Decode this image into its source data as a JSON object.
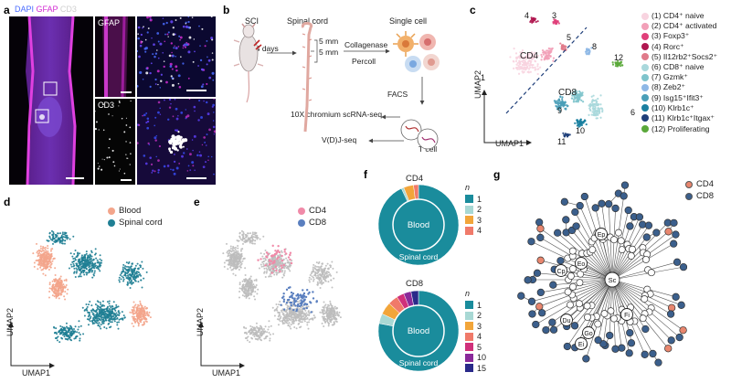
{
  "panels": {
    "a": {
      "label": "a",
      "legend": [
        {
          "text": "DAPI",
          "color": "#4a6cff"
        },
        {
          "text": "GFAP",
          "color": "#d22bd2"
        },
        {
          "text": "CD3",
          "color": "#cfcfcf"
        }
      ],
      "inset_gfap": "GFAP",
      "inset_cd3": "CD3"
    },
    "b": {
      "label": "b",
      "sci": "SCI",
      "spinal_cord": "Spinal cord",
      "single_cell": "Single cell",
      "days": "14 days",
      "mm1": "5 mm",
      "mm2": "5 mm",
      "collagenase": "Collagenase",
      "percoll": "Percoll",
      "facs": "FACS",
      "seq1": "10X chromium scRNA-seq",
      "seq2": "V(D)J-seq",
      "tcell": "T cell"
    },
    "c": {
      "label": "c",
      "cd4": "CD4",
      "cd8": "CD8",
      "cluster_nums": [
        "1",
        "3",
        "4",
        "5",
        "6",
        "8",
        "9",
        "10",
        "11",
        "12"
      ],
      "xlabel": "UMAP1",
      "ylabel": "UMAP2",
      "legend": [
        {
          "text": "(1) CD4⁺ naive",
          "color": "#f8d4e0"
        },
        {
          "text": "(2) CD4⁺ activated",
          "color": "#f2a0b8"
        },
        {
          "text": "(3) Foxp3⁺",
          "color": "#e0407a"
        },
        {
          "text": "(4) Rorc⁺",
          "color": "#b01750"
        },
        {
          "text": "(5) Il12rb2⁺Socs2⁺",
          "color": "#e07a8a"
        },
        {
          "text": "(6) CD8⁺ naive",
          "color": "#a9d8dc"
        },
        {
          "text": "(7) Gzmk⁺",
          "color": "#7fc4cc"
        },
        {
          "text": "(8) Zeb2⁺",
          "color": "#8eb8e6"
        },
        {
          "text": "(9) Isg15⁺Ifit3⁺",
          "color": "#4a9fb8"
        },
        {
          "text": "(10) Klrb1c⁺",
          "color": "#1a7fa0"
        },
        {
          "text": "(11) Klrb1c⁺Itgax⁺",
          "color": "#1f3f7a"
        },
        {
          "text": "(12) Proliferating",
          "color": "#5aa83a"
        }
      ]
    },
    "d": {
      "label": "d",
      "legend": [
        {
          "text": "Blood",
          "color": "#f3a58b"
        },
        {
          "text": "Spinal cord",
          "color": "#1f7f94"
        }
      ],
      "xlabel": "UMAP1",
      "ylabel": "UMAP2"
    },
    "e": {
      "label": "e",
      "legend": [
        {
          "text": "CD4",
          "color": "#f08aa8"
        },
        {
          "text": "CD8",
          "color": "#5a7fbf"
        }
      ],
      "xlabel": "UMAP1",
      "ylabel": "UMAP2"
    },
    "f": {
      "label": "f",
      "cd4_title": "CD4",
      "cd8_title": "CD8",
      "blood": "Blood",
      "spinal": "Spinal cord",
      "n_label": "n",
      "cd4_legend": [
        {
          "text": "1",
          "color": "#1a8c9c"
        },
        {
          "text": "2",
          "color": "#a8d8d4"
        },
        {
          "text": "3",
          "color": "#f2a53a"
        },
        {
          "text": "4",
          "color": "#f07a6a"
        }
      ],
      "cd8_legend": [
        {
          "text": "1",
          "color": "#1a8c9c"
        },
        {
          "text": "2",
          "color": "#a8d8d4"
        },
        {
          "text": "3",
          "color": "#f2a53a"
        },
        {
          "text": "4",
          "color": "#f07a6a"
        },
        {
          "text": "5",
          "color": "#d0307a"
        },
        {
          "text": "10",
          "color": "#8a2a9a"
        },
        {
          "text": "15",
          "color": "#2a2a8a"
        }
      ]
    },
    "g": {
      "label": "g",
      "legend": [
        {
          "text": "CD4",
          "color": "#e8866e"
        },
        {
          "text": "CD8",
          "color": "#3b5f8c"
        }
      ],
      "hubs": [
        "Sc",
        "Ep",
        "Eo",
        "Cp",
        "Du",
        "Go",
        "Ei",
        "Fi"
      ]
    }
  },
  "chart_data": [
    {
      "type": "pie",
      "title": "CD4",
      "categories": [
        "1",
        "2",
        "3",
        "4"
      ],
      "values": [
        93,
        1,
        4,
        2
      ]
    },
    {
      "type": "pie",
      "title": "CD8",
      "categories": [
        "1",
        "2",
        "3",
        "4",
        "5",
        "10",
        "15"
      ],
      "values": [
        78,
        4,
        5,
        4,
        3,
        3,
        3
      ]
    }
  ]
}
